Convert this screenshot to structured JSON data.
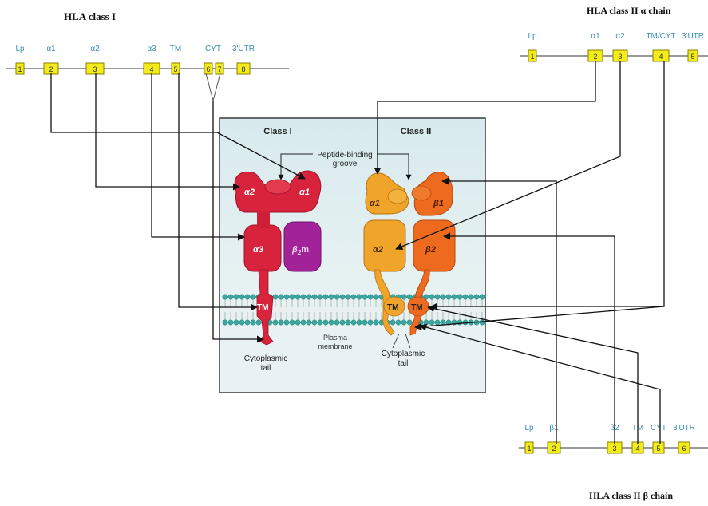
{
  "colors": {
    "exon_fill": "#f4ec1a",
    "exon_stroke": "#8a7f00",
    "exon_label": "#3b8fb5",
    "gene_line": "#9a9a9a",
    "arrow": "#111111",
    "panel_top": "#dcecee",
    "panel_bottom": "#eef3f4",
    "class1_red": "#d8233c",
    "class1_purple": "#a2229a",
    "class2_alpha": "#f0a52a",
    "class2_beta": "#ee6a1f",
    "lipid_head": "#3aa7a0"
  },
  "genes": {
    "hla_class1": {
      "title": "HLA class I",
      "exons": [
        {
          "num": "1",
          "label": "Lp"
        },
        {
          "num": "2",
          "label": "α1"
        },
        {
          "num": "3",
          "label": "α2"
        },
        {
          "num": "4",
          "label": "α3"
        },
        {
          "num": "5",
          "label": "TM"
        },
        {
          "num": "6",
          "label": ""
        },
        {
          "num": "7",
          "label": ""
        },
        {
          "num": "8",
          "label": "3'UTR"
        }
      ],
      "cyt_label": "CYT"
    },
    "hla_class2_alpha": {
      "title": "HLA class II α chain",
      "exons": [
        {
          "num": "1",
          "label": "Lp"
        },
        {
          "num": "2",
          "label": "α1"
        },
        {
          "num": "3",
          "label": "α2"
        },
        {
          "num": "4",
          "label": "TM/CYT"
        },
        {
          "num": "5",
          "label": "3'UTR"
        }
      ]
    },
    "hla_class2_beta": {
      "title": "HLA class II β chain",
      "exons": [
        {
          "num": "1",
          "label": "Lp"
        },
        {
          "num": "2",
          "label": "β1"
        },
        {
          "num": "3",
          "label": "β2"
        },
        {
          "num": "4",
          "label": "TM"
        },
        {
          "num": "5",
          "label": "CYT"
        },
        {
          "num": "6",
          "label": "3'UTR"
        }
      ]
    }
  },
  "panel": {
    "class1_title": "Class I",
    "class2_title": "Class II",
    "groove_line1": "Peptide-binding",
    "groove_line2": "groove",
    "membrane_line1": "Plasma",
    "membrane_line2": "membrane",
    "cyto1_line1": "Cytoplasmic",
    "cyto1_line2": "tail",
    "cyto2_line1": "Cytoplasmic",
    "cyto2_line2": "tail",
    "domains": {
      "c1_a1": "α1",
      "c1_a2": "α2",
      "c1_a3": "α3",
      "c1_b2m": "β",
      "c1_b2m_sub": "2",
      "c1_b2m_suffix": "m",
      "c1_tm": "TM",
      "c2_a1": "α1",
      "c2_b1": "β1",
      "c2_a2": "α2",
      "c2_b2": "β2",
      "c2_tm_a": "TM",
      "c2_tm_b": "TM"
    }
  }
}
